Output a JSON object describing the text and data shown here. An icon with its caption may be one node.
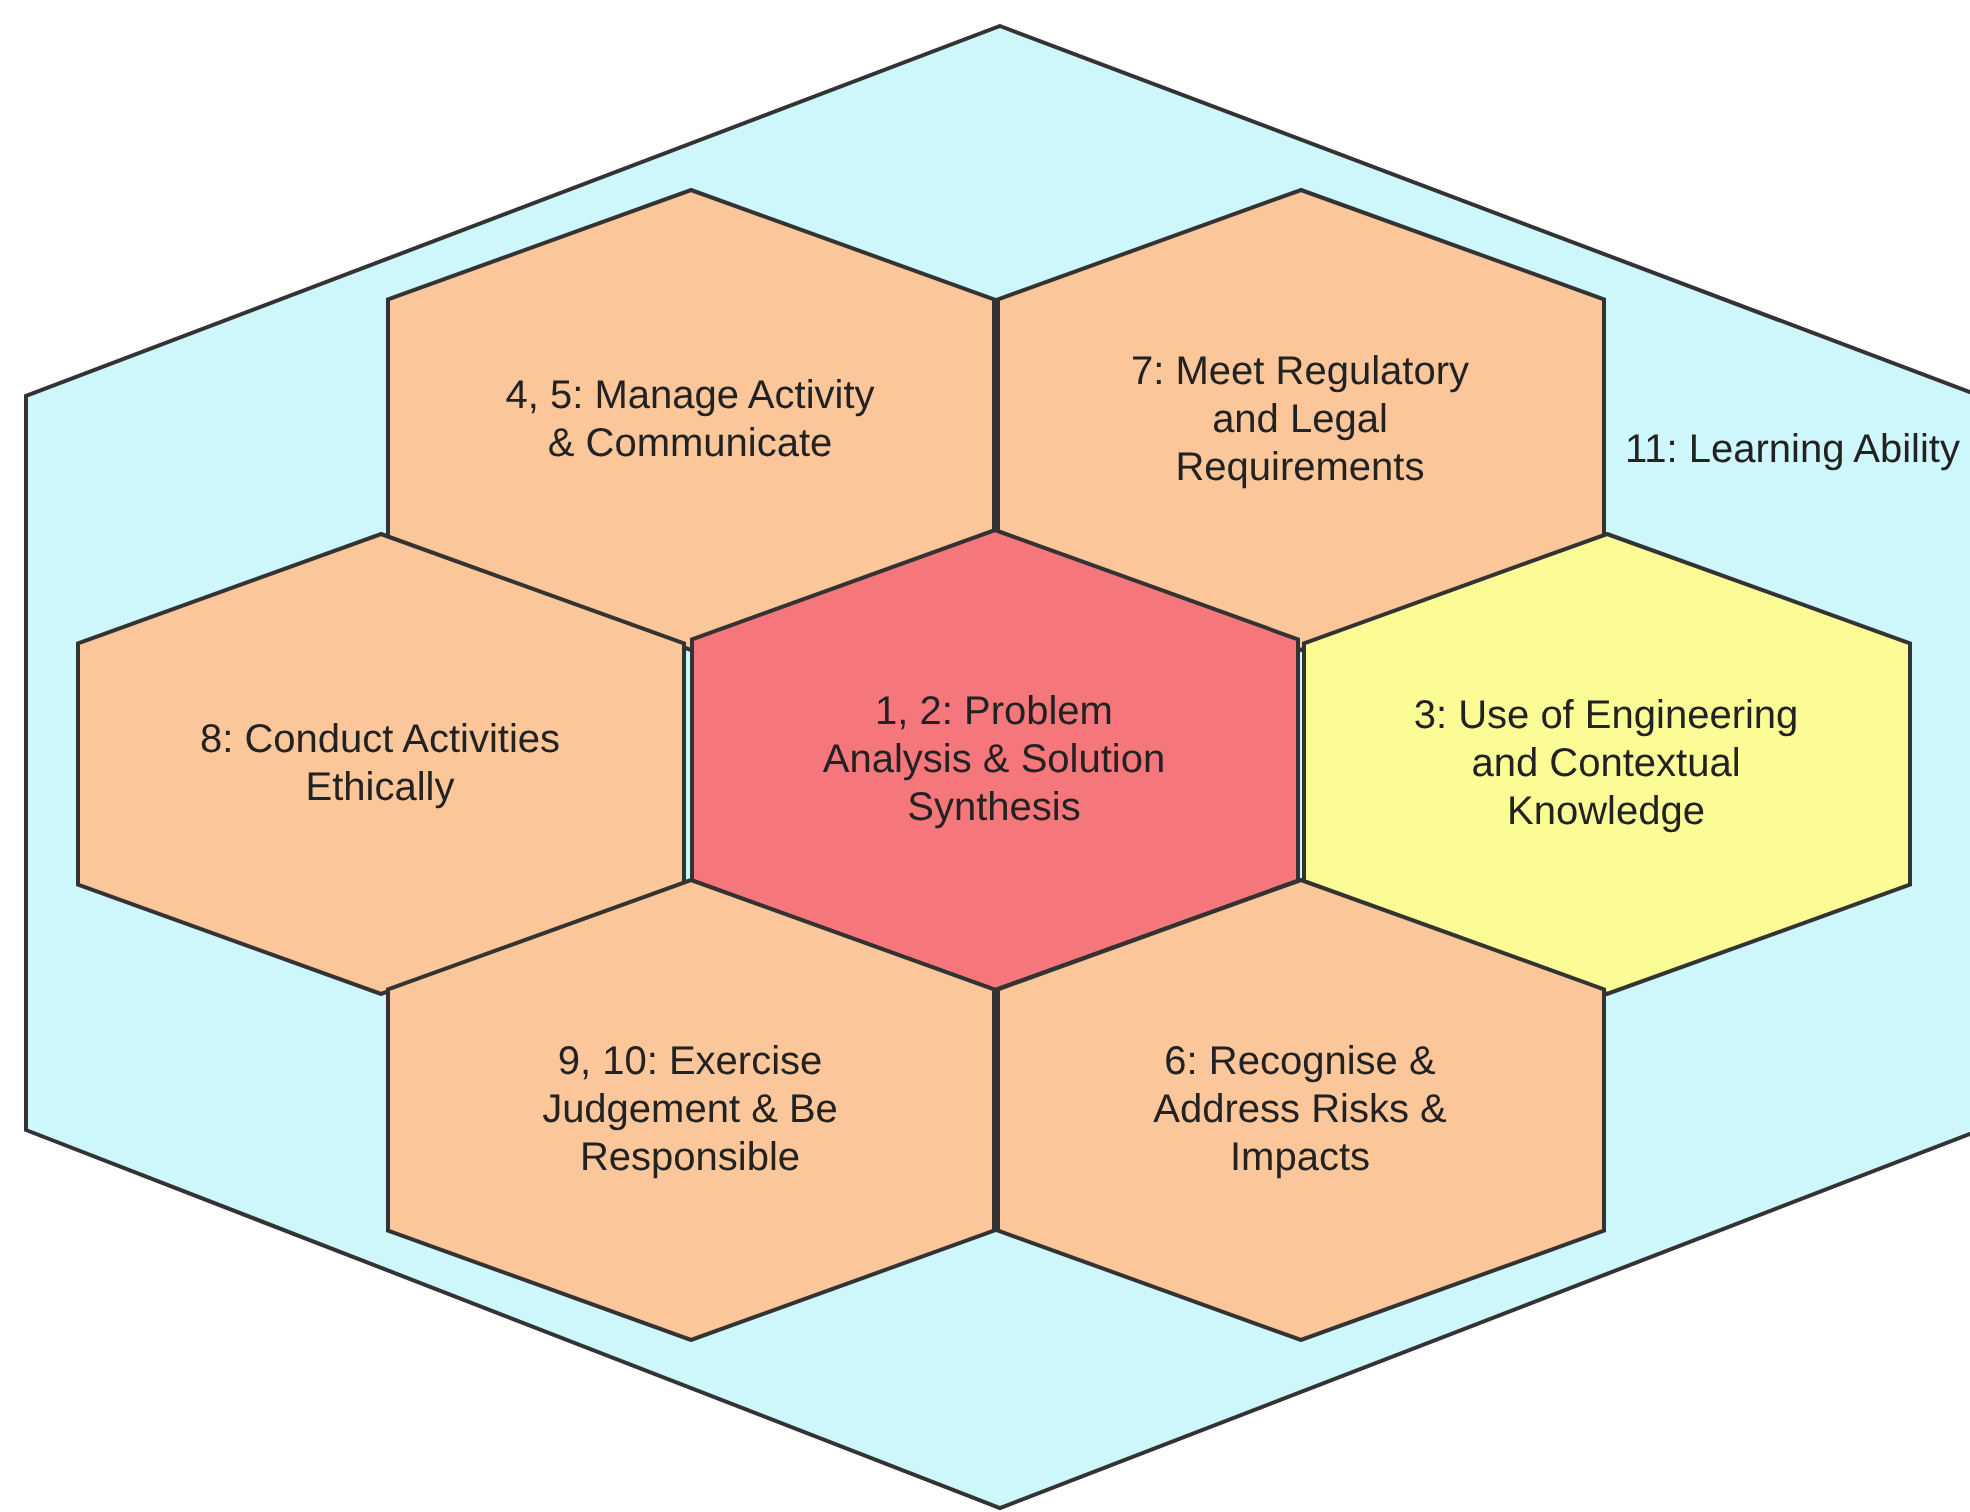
{
  "diagram": {
    "nodes": [
      {
        "text": [
          "11: Learning Ability"
        ]
      },
      {
        "text": [
          "4, 5: Manage Activity & Communicate"
        ],
        "in": 0
      },
      {
        "text": [
          "7: Meet Regulatory and Legal Requirements"
        ],
        "in": 0
      },
      {
        "text": [
          "8: Conduct Activities Ethically"
        ],
        "in": 0
      },
      {
        "text": [
          "1, 2: Problem Analysis & Solution Synthesis"
        ],
        "in": 0
      },
      {
        "text": [
          "3: Use of Engineering and Contextual Knowledge"
        ],
        "in": 0
      },
      {
        "text": [
          "9, 10: Exercise Judgement & Be Responsible"
        ],
        "in": 0
      },
      {
        "text": [
          "6: Recognise & Address Risks & Impacts"
        ],
        "in": 0
      }
    ]
  }
}
